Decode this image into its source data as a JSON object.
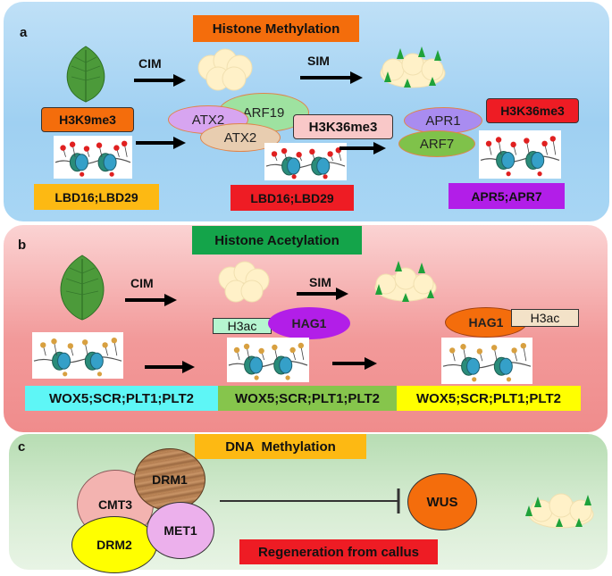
{
  "panel_a": {
    "label": "a",
    "title": "Histone Methylation",
    "cim": "CIM",
    "sim": "SIM",
    "mark_left": "H3K9me3",
    "mark_mid": "H3K36me3",
    "mark_right": "H3K36me3",
    "gene_left": "LBD16;LBD29",
    "gene_mid": "LBD16;LBD29",
    "gene_right": "APR5;APR7",
    "proteins": {
      "atx2_top": "ATX2",
      "arf19": "ARF19",
      "atx2_bottom": "ATX2",
      "apr1": "APR1",
      "arf7": "ARF7"
    }
  },
  "panel_b": {
    "label": "b",
    "title": "Histone Acetylation",
    "cim": "CIM",
    "sim": "SIM",
    "h3ac_mid": "H3ac",
    "hag1_mid": "HAG1",
    "hag1_right": "HAG1",
    "h3ac_right": "H3ac",
    "gene_left": "WOX5;SCR;PLT1;PLT2",
    "gene_mid": "WOX5;SCR;PLT1;PLT2",
    "gene_right": "WOX5;SCR;PLT1;PLT2"
  },
  "panel_c": {
    "label": "c",
    "title": "DNA  Methylation",
    "cmt3": "CMT3",
    "drm1": "DRM1",
    "drm2": "DRM2",
    "met1": "MET1",
    "wus": "WUS",
    "regeneration": "Regeneration from callus"
  },
  "colors": {
    "orange": "#f46d0c",
    "yellow_orange": "#fdb913",
    "red": "#ee1c24",
    "purple": "#b21ee8",
    "green_title": "#14a44a",
    "cyan": "#5ef6f6",
    "lime": "#86c54c",
    "yellow": "#ffff00",
    "light_pink": "#f9c8c8",
    "leaf_green": "#4c9a3a",
    "callus": "#fff1c8"
  }
}
